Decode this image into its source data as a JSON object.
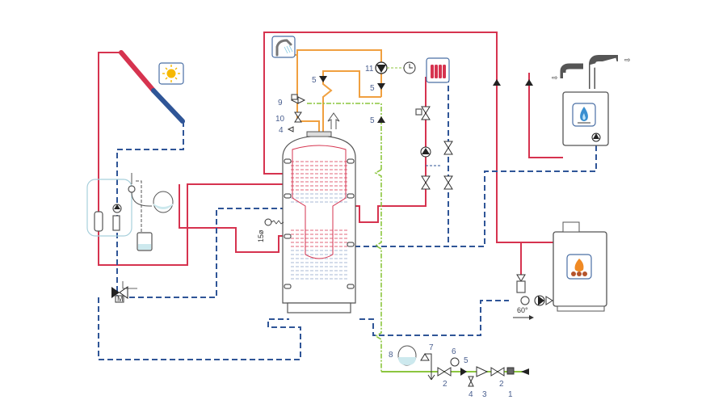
{
  "diagram": {
    "title": "Solar thermal + boiler buffer tank hydraulic schematic",
    "colors": {
      "flow_hot": "#d6334f",
      "return_cold": "#2f5597",
      "domestic_hot_water": "#f0a040",
      "cold_mains": "#8cc63f",
      "icon_border": "#4a6fa5",
      "label_text": "#4a5f8f"
    },
    "components": {
      "solar_collector": {
        "name": "solar-collector",
        "icon": "sun-icon"
      },
      "shower": {
        "name": "shower",
        "icon": "shower-icon"
      },
      "radiator": {
        "name": "radiator",
        "icon": "radiator-icon"
      },
      "timer": {
        "name": "timer",
        "icon": "clock-icon"
      },
      "gas_boiler": {
        "name": "gas-wall-boiler",
        "icon": "gas-flame-icon"
      },
      "solid_fuel_boiler": {
        "name": "solid-fuel-boiler",
        "icon": "wood-fire-icon"
      },
      "buffer_tank": {
        "name": "combi-buffer-tank"
      },
      "expansion_vessel_solar": {
        "name": "solar-expansion-vessel"
      },
      "expansion_vessel_mains": {
        "name": "mains-expansion-vessel"
      },
      "mixing_valve": {
        "name": "three-way-mixing-valve",
        "motor_label": "M"
      }
    },
    "labels": {
      "dhw_pump": "11",
      "check_valve_a": "5",
      "check_valve_b": "5",
      "check_valve_c": "5",
      "thermostatic_mixer": "9",
      "valve_10": "10",
      "drain_4_top": "4",
      "tank_coil_note": "15ø",
      "recirc_angle": "60°",
      "mains_expansion": "8",
      "safety_valve": "7",
      "pressure_gauge": "6",
      "mains_check_valve": "5",
      "ball_valve_left": "2",
      "ball_valve_right": "2",
      "drain_4_bottom": "4",
      "pressure_reducer": "3",
      "filter": "1"
    }
  }
}
